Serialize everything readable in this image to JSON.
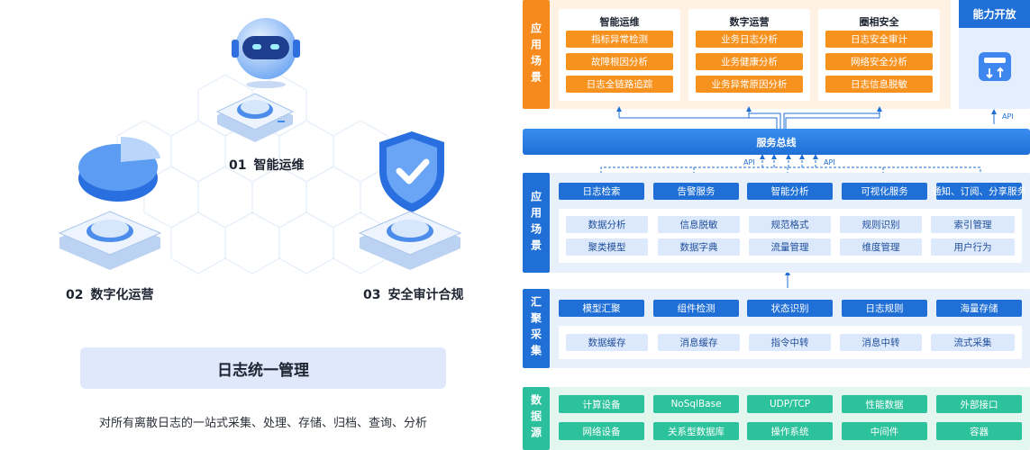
{
  "left": {
    "nodes": [
      {
        "num": "01",
        "label": "智能运维",
        "icon": "robot-icon"
      },
      {
        "num": "02",
        "label": "数字化运营",
        "icon": "pie-chart-icon"
      },
      {
        "num": "03",
        "label": "安全审计合规",
        "icon": "shield-check-icon"
      }
    ],
    "title": "日志统一管理",
    "description": "对所有离散日志的一站式采集、处理、存储、归档、查询、分析"
  },
  "arch": {
    "top_section_label": "应用场景",
    "top_columns": [
      {
        "title": "智能运维",
        "items": [
          "指标异常检测",
          "故障根因分析",
          "日志全链路追踪"
        ]
      },
      {
        "title": "数字运营",
        "items": [
          "业务日志分析",
          "业务健康分析",
          "业务异常原因分析"
        ]
      },
      {
        "title": "圈相安全",
        "items": [
          "日志安全审计",
          "网络安全分析",
          "日志信息脱敏"
        ]
      }
    ],
    "capability": {
      "title": "能力开放",
      "icon": "api-gateway-icon",
      "api_label": "API"
    },
    "bus_label": "服务总线",
    "api_labels": [
      "API",
      "API"
    ],
    "mid_section_label": "应用场景",
    "mid_services": [
      "日志检索",
      "告警服务",
      "智能分析",
      "可视化服务",
      "通知、订阅、分享服务"
    ],
    "mid_grid": [
      [
        "数据分析",
        "信息脱敏",
        "规范格式",
        "规则识别",
        "索引管理"
      ],
      [
        "聚类模型",
        "数据字典",
        "流量管理",
        "维度管理",
        "用户行为"
      ]
    ],
    "collect_section_label": "汇聚采集",
    "collect_row1": [
      "模型汇聚",
      "组件检测",
      "状态识别",
      "日志规则",
      "海量存储"
    ],
    "collect_row2": [
      "数据缓存",
      "消息缓存",
      "指令中转",
      "消息中转",
      "流式采集"
    ],
    "source_section_label": "数据源",
    "source_row1": [
      "计算设备",
      "NoSqlBase",
      "UDP/TCP",
      "性能数据",
      "外部接口"
    ],
    "source_row2": [
      "网络设备",
      "关系型数据库",
      "操作系统",
      "中间件",
      "容器"
    ]
  },
  "colors": {
    "orange": "#f7921e",
    "blue": "#1f6fd6",
    "teal": "#2cc29b",
    "light_blue": "#dce8fb"
  }
}
